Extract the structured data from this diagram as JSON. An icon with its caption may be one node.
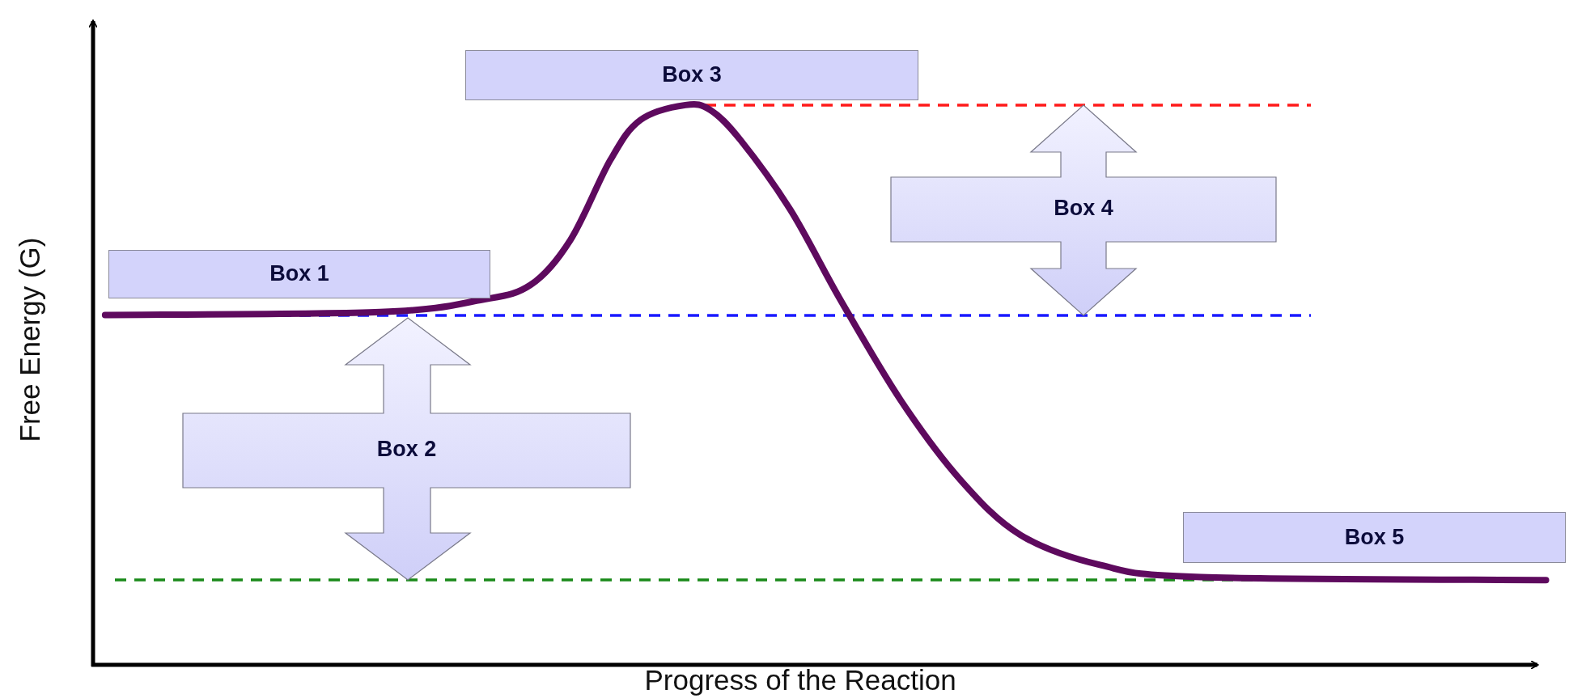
{
  "diagram": {
    "nodes": [
      {
        "text": [
          "Box 1"
        ]
      },
      {
        "text": [
          "Box 2"
        ]
      },
      {
        "text": [
          "Box 3"
        ]
      },
      {
        "text": [
          "Box 4"
        ]
      },
      {
        "text": [
          "Box 5"
        ]
      }
    ],
    "labels": [
      "Free Energy (G)",
      "Progress of the Reaction"
    ]
  }
}
